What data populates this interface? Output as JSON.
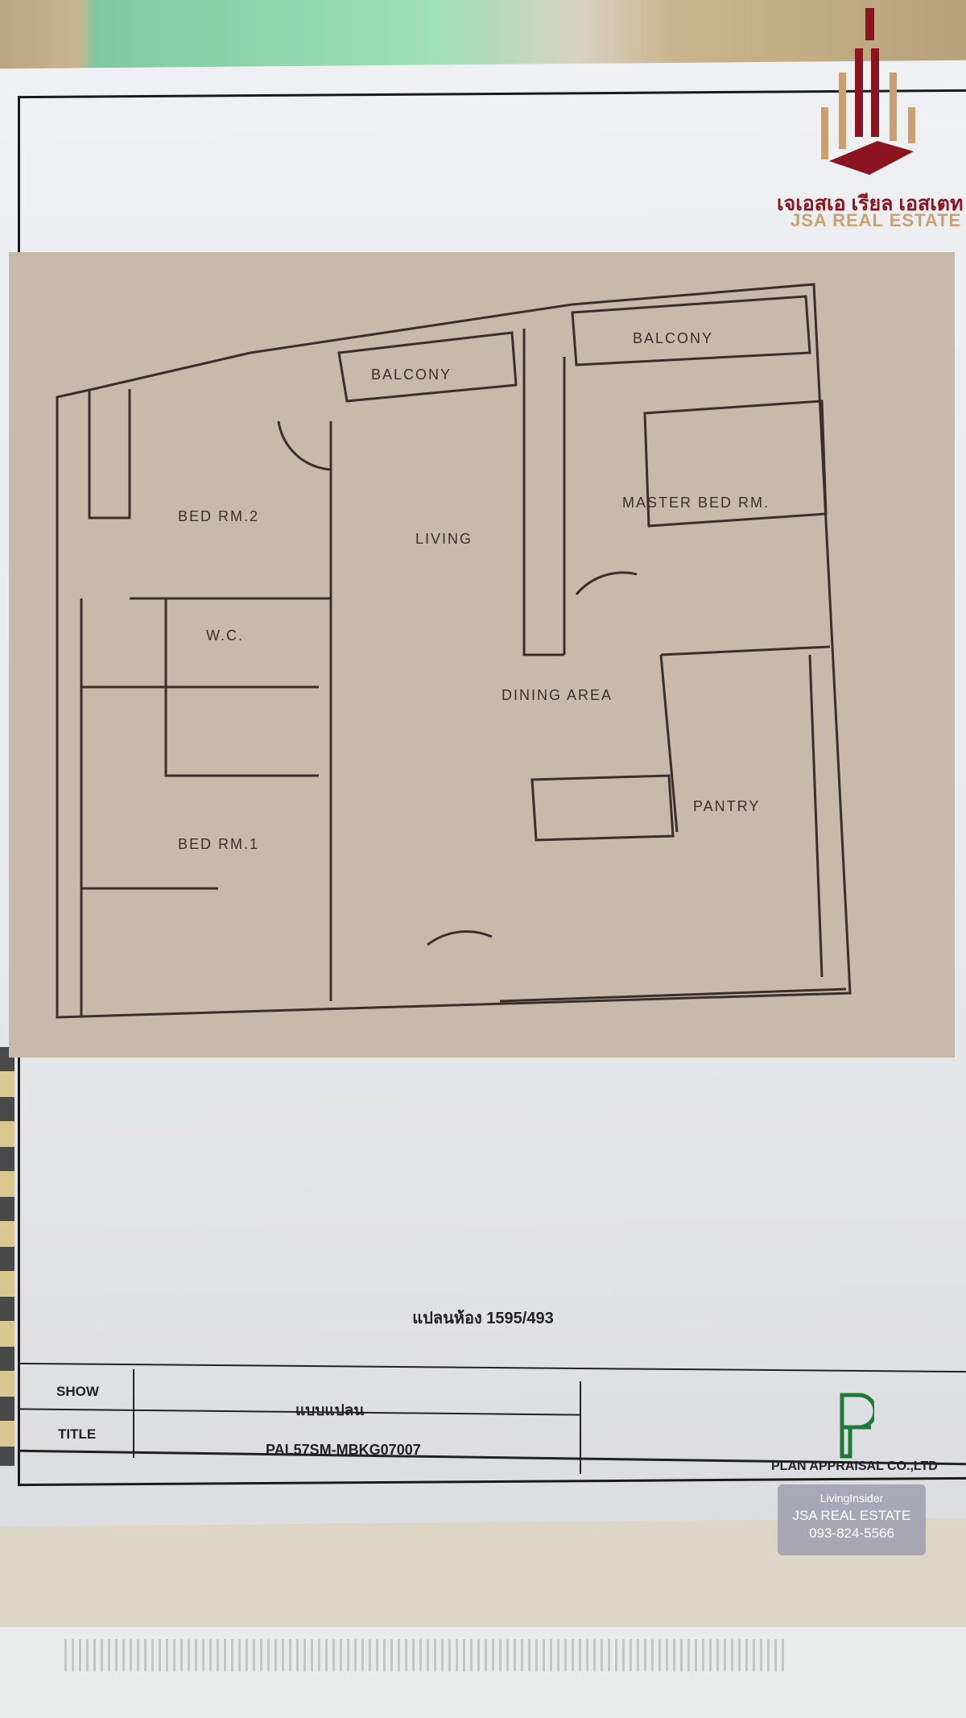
{
  "logo": {
    "thai_name": "เจเอสเอ เรียล เอสเตท",
    "english_name": "JSA REAL ESTATE",
    "primary_color": "#8a1520",
    "accent_color": "#c9a073"
  },
  "floor_plan": {
    "rooms": {
      "balcony_left": "BALCONY",
      "balcony_right": "BALCONY",
      "bed_room_2": "BED RM.2",
      "living": "LIVING",
      "master_bed_room": "MASTER BED RM.",
      "wc": "W.C.",
      "dining_area": "DINING AREA",
      "pantry": "PANTRY",
      "bed_room_1": "BED RM.1"
    }
  },
  "caption": "แปลนห้อง 1595/493",
  "title_block": {
    "show_label": "SHOW",
    "show_value": "แบบแปลน",
    "title_label": "TITLE",
    "title_value": "PAL57SM-MBKG07007",
    "company": "PLAN APPRAISAL CO.,LTD",
    "company_color": "#1f7a3a"
  },
  "watermark": {
    "brand": "LivingInsider",
    "agency": "JSA REAL ESTATE",
    "phone": "093-824-5566"
  }
}
